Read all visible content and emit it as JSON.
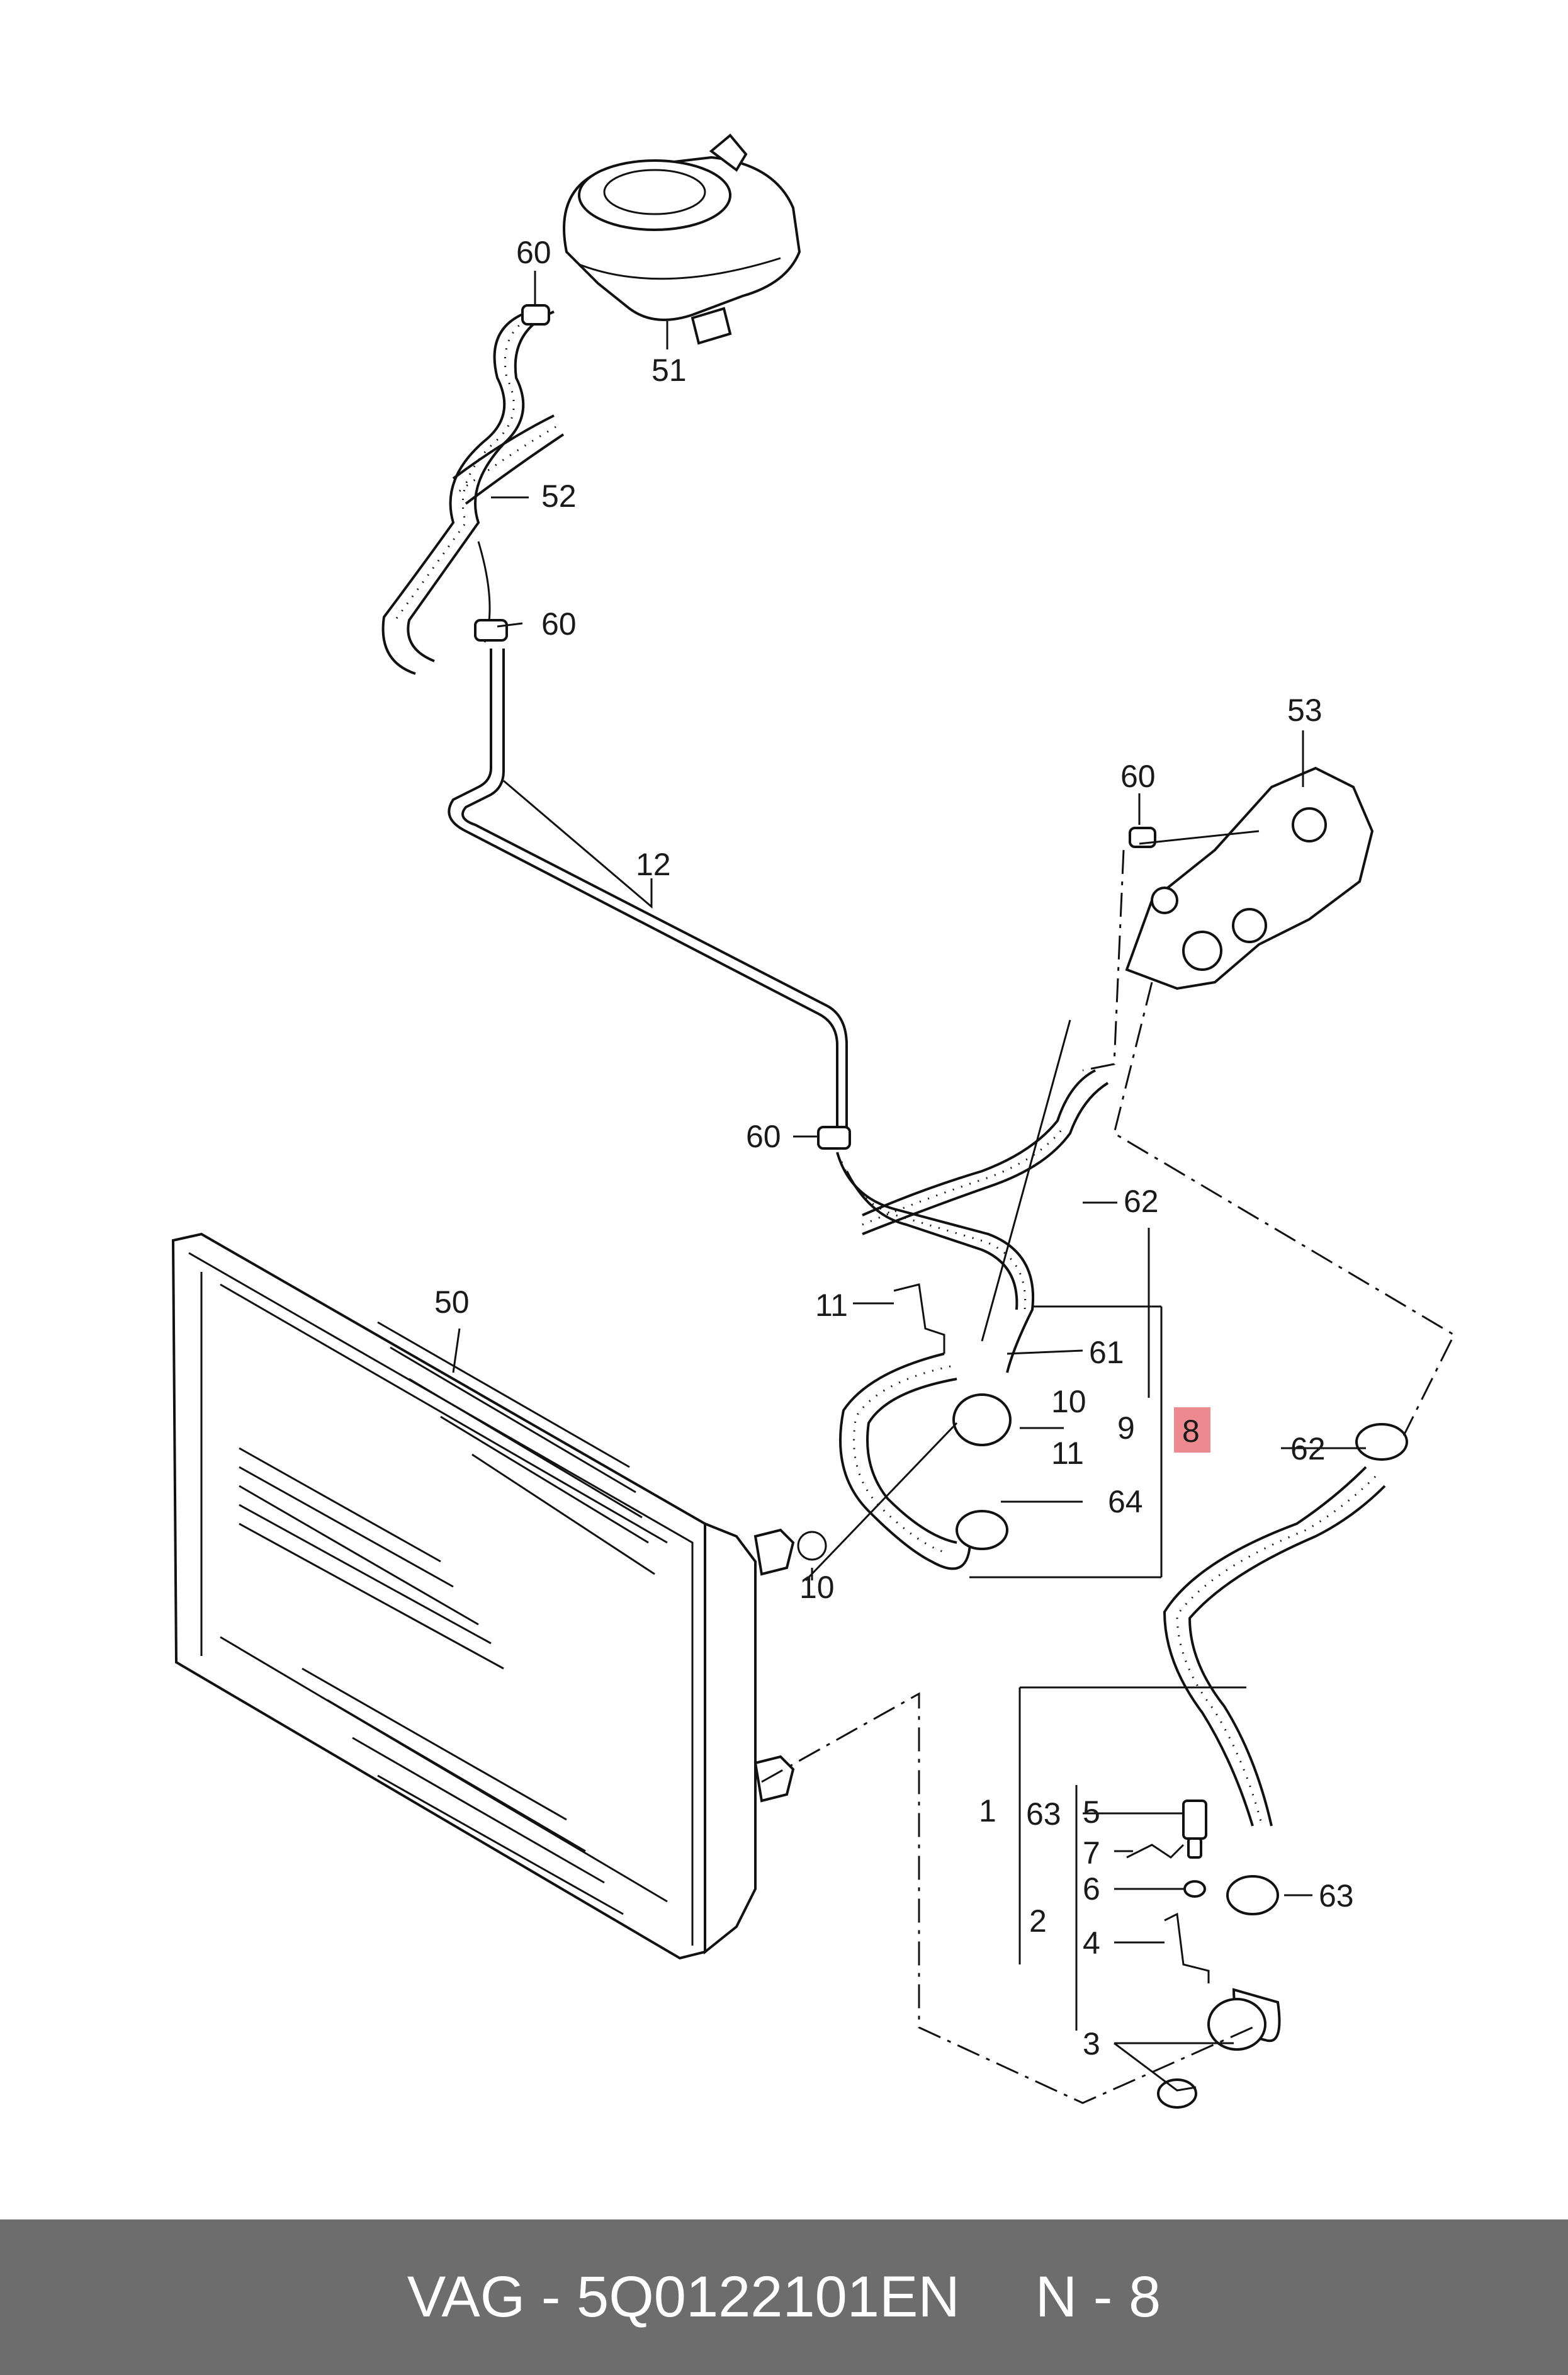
{
  "callouts": {
    "c60a": "60",
    "c51": "51",
    "c52": "52",
    "c60b": "60",
    "c12": "12",
    "c53": "53",
    "c60c": "60",
    "c60d": "60",
    "c62a": "62",
    "c50": "50",
    "c11a": "11",
    "c61": "61",
    "c10a": "10",
    "c9": "9",
    "c11b": "11",
    "c8": "8",
    "c62b": "62",
    "c64": "64",
    "c10b": "10",
    "c1": "1",
    "c63a": "63",
    "c5": "5",
    "c7": "7",
    "c6": "6",
    "c63b": "63",
    "c2": "2",
    "c4": "4",
    "c3": "3"
  },
  "highlight": {
    "callout": "8",
    "color": "#ec8a8f"
  },
  "footer": {
    "part_label": "VAG - 5Q0122101EN",
    "ref_label": "N - 8",
    "background": "#6d6d6d"
  }
}
